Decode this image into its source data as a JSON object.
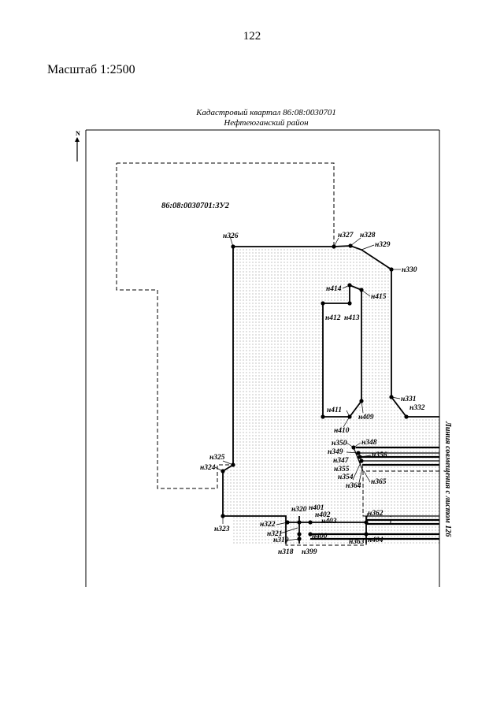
{
  "page_number": "122",
  "scale_label": "Масштаб 1:2500",
  "quarter": {
    "line1": "Кадастровый квартал 86:08:0030701",
    "line2": "Нефтеюганский район"
  },
  "north_arrow": {
    "letter": "N"
  },
  "parcel_label": "86:08:0030701:ЗУ2",
  "match_line_label": "Линия совмещения с листом 126",
  "points": [
    {
      "name": "н326"
    },
    {
      "name": "н327"
    },
    {
      "name": "н328"
    },
    {
      "name": "н329"
    },
    {
      "name": "н330"
    },
    {
      "name": "н414"
    },
    {
      "name": "н415"
    },
    {
      "name": "н412"
    },
    {
      "name": "н413"
    },
    {
      "name": "н331"
    },
    {
      "name": "н332"
    },
    {
      "name": "н411"
    },
    {
      "name": "н409"
    },
    {
      "name": "н410"
    },
    {
      "name": "н350"
    },
    {
      "name": "н348"
    },
    {
      "name": "н349"
    },
    {
      "name": "н356"
    },
    {
      "name": "н347"
    },
    {
      "name": "н355"
    },
    {
      "name": "н354"
    },
    {
      "name": "н364"
    },
    {
      "name": "н365"
    },
    {
      "name": "н325"
    },
    {
      "name": "н324"
    },
    {
      "name": "н323"
    },
    {
      "name": "н320"
    },
    {
      "name": "н401"
    },
    {
      "name": "н402"
    },
    {
      "name": "н362"
    },
    {
      "name": "н403"
    },
    {
      "name": "н322"
    },
    {
      "name": "н321"
    },
    {
      "name": "н319"
    },
    {
      "name": "н400"
    },
    {
      "name": "н363"
    },
    {
      "name": "н404"
    },
    {
      "name": "н318"
    },
    {
      "name": "н399"
    }
  ],
  "colors": {
    "ink": "#000000",
    "fill_dots": "#9a9a9a"
  }
}
